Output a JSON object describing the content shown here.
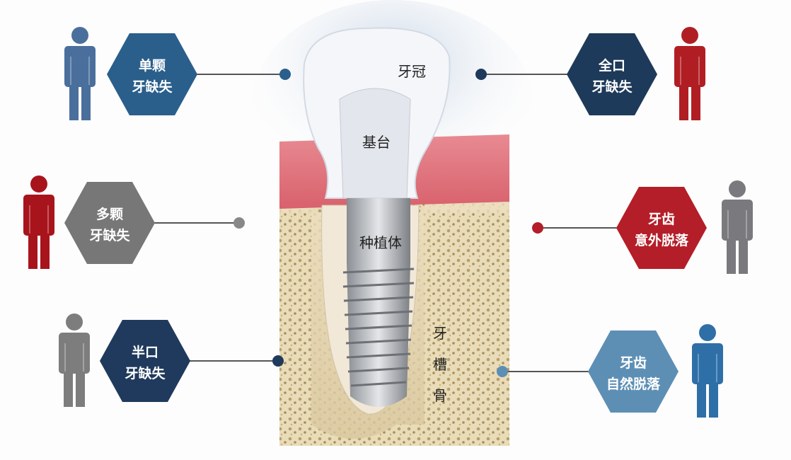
{
  "cases": [
    {
      "id": "single",
      "line1": "单颗",
      "line2": "牙缺失",
      "hex_color": "#2a5f8c",
      "person_color": "#4a6f9c"
    },
    {
      "id": "full",
      "line1": "全口",
      "line2": "牙缺失",
      "hex_color": "#1e3a5a",
      "person_color": "#b01e24"
    },
    {
      "id": "multiple",
      "line1": "多颗",
      "line2": "牙缺失",
      "hex_color": "#777777",
      "person_color": "#a8141c"
    },
    {
      "id": "accident",
      "line1": "牙齿",
      "line2": "意外脱落",
      "hex_color": "#b41e28",
      "person_color": "#7a7a7e"
    },
    {
      "id": "half",
      "line1": "半口",
      "line2": "牙缺失",
      "hex_color": "#1f3a5c",
      "person_color": "#7d7d7d"
    },
    {
      "id": "natural",
      "line1": "牙齿",
      "line2": "自然脱落",
      "hex_color": "#5d8fb5",
      "person_color": "#2e6fa8"
    }
  ],
  "implant_parts": {
    "crown": "牙冠",
    "abutment": "基台",
    "implant_body": "种植体",
    "alveolar_bone": [
      "牙",
      "槽",
      "骨"
    ]
  }
}
